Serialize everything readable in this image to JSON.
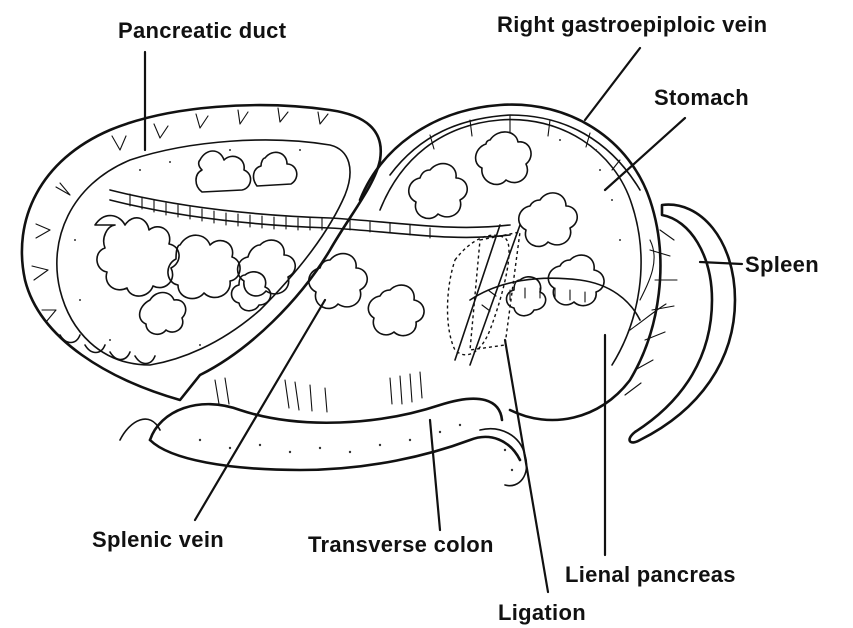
{
  "labels": {
    "pancreatic_duct": "Pancreatic duct",
    "right_gastroepiploic_vein": "Right gastroepiploic vein",
    "stomach": "Stomach",
    "spleen": "Spleen",
    "splenic_vein": "Splenic vein",
    "transverse_colon": "Transverse colon",
    "lienal_pancreas": "Lienal pancreas",
    "ligation": "Ligation"
  },
  "colors": {
    "ink": "#111111",
    "background": "#ffffff"
  }
}
